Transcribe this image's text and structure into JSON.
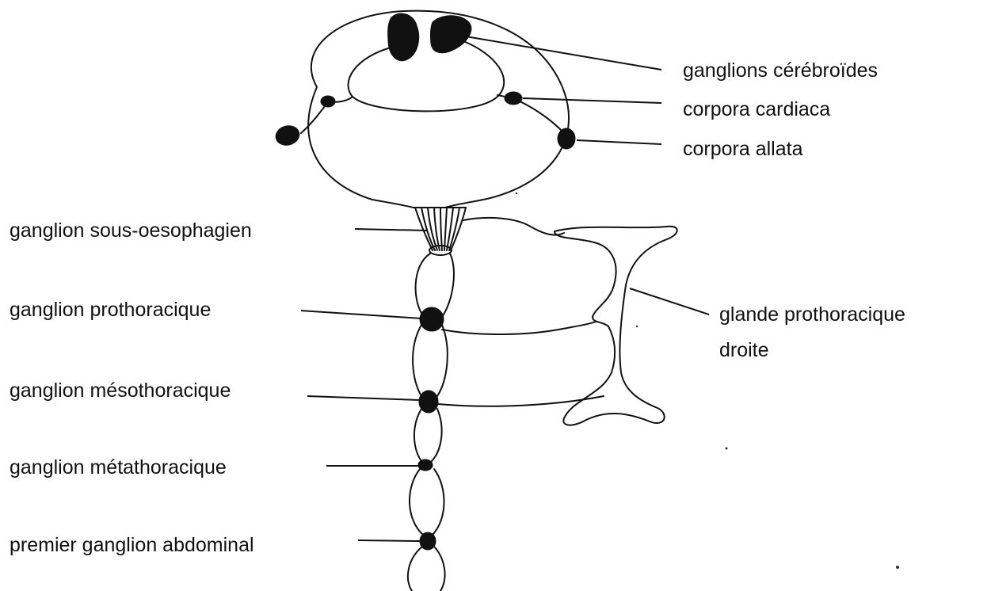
{
  "labels": {
    "cerebral": "ganglions cérébroïdes",
    "cardiaca": "corpora cardiaca",
    "allata": "corpora allata",
    "subesophageal": "ganglion sous-oesophagien",
    "prothoracic": "ganglion prothoracique",
    "mesothoracic": "ganglion mésothoracique",
    "metathoracic": "ganglion métathoracique",
    "abdominal1": "premier ganglion abdominal",
    "gland_line1": "glande prothoracique",
    "gland_line2": "droite"
  },
  "colors": {
    "ink": "#111111",
    "background": "#ffffff"
  }
}
